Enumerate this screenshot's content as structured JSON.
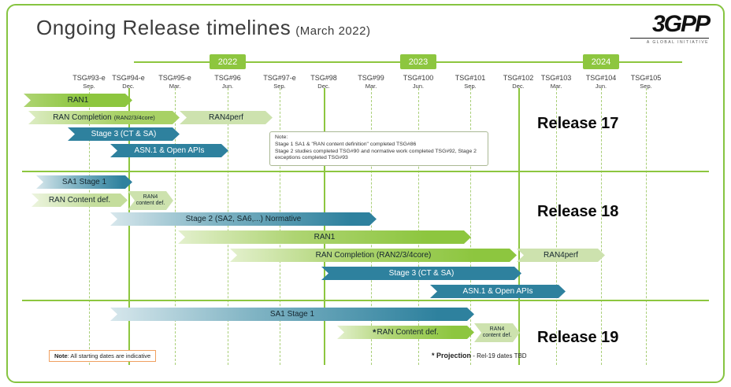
{
  "header": {
    "title": "Ongoing Release timelines",
    "subtitle": "(March 2022)"
  },
  "logo": {
    "text": "3GPP",
    "tagline": "A GLOBAL INITIATIVE"
  },
  "chart_data": {
    "type": "bar",
    "subtype": "gantt-release-timeline",
    "title": "Ongoing Release timelines (March 2022)",
    "years": [
      "2022",
      "2023",
      "2024"
    ],
    "meetings": [
      {
        "name": "TSG#93-e",
        "month": "Sep."
      },
      {
        "name": "TSG#94-e",
        "month": "Dec."
      },
      {
        "name": "TSG#95-e",
        "month": "Mar."
      },
      {
        "name": "TSG#96",
        "month": "Jun."
      },
      {
        "name": "TSG#97-e",
        "month": "Sep."
      },
      {
        "name": "TSG#98",
        "month": "Dec."
      },
      {
        "name": "TSG#99",
        "month": "Mar."
      },
      {
        "name": "TSG#100",
        "month": "Jun."
      },
      {
        "name": "TSG#101",
        "month": "Sep."
      },
      {
        "name": "TSG#102",
        "month": "Dec."
      },
      {
        "name": "TSG#103",
        "month": "Mar."
      },
      {
        "name": "TSG#104",
        "month": "Jun."
      },
      {
        "name": "TSG#105",
        "month": "Sep."
      }
    ],
    "series": [
      {
        "release": "Release 17",
        "bars": [
          {
            "label": "RAN1",
            "start": "before TSG#93-e",
            "end": "TSG#94-e",
            "color": "green"
          },
          {
            "label": "RAN Completion",
            "sublabel": "(RAN2/3/4core)",
            "start": "before TSG#93-e",
            "end": "TSG#95-e",
            "color": "green-mid"
          },
          {
            "label": "RAN4perf",
            "start": "TSG#95-e",
            "end": "TSG#97-e",
            "color": "pale-green"
          },
          {
            "label": "Stage 3 (CT & SA)",
            "start": "before TSG#93-e",
            "end": "TSG#95-e",
            "color": "teal"
          },
          {
            "label": "ASN.1 & Open APIs",
            "start": "before TSG#93-e",
            "end": "TSG#96",
            "color": "teal"
          }
        ]
      },
      {
        "release": "Release 18",
        "bars": [
          {
            "label": "SA1 Stage 1",
            "start": "before TSG#93-e",
            "end": "TSG#94-e",
            "color": "teal-gradient"
          },
          {
            "label": "RAN Content def.",
            "start": "before TSG#93-e",
            "end": "TSG#94-e",
            "color": "pale-green"
          },
          {
            "label": "RAN4",
            "label2": "content def.",
            "start": "TSG#94-e",
            "end": "TSG#95-e",
            "color": "pale-green"
          },
          {
            "label": "Stage 2 (SA2, SA6,...) Normative",
            "start": "TSG#94-e",
            "end": "TSG#99",
            "color": "teal-gradient"
          },
          {
            "label": "RAN1",
            "start": "TSG#95-e",
            "end": "TSG#101",
            "color": "green-gradient"
          },
          {
            "label": "RAN Completion (RAN2/3/4core)",
            "start": "TSG#96",
            "end": "TSG#102",
            "color": "green-gradient"
          },
          {
            "label": "RAN4perf",
            "start": "TSG#102",
            "end": "TSG#104",
            "color": "pale-green"
          },
          {
            "label": "Stage 3 (CT & SA)",
            "start": "TSG#98",
            "end": "TSG#102",
            "color": "teal"
          },
          {
            "label": "ASN.1 & Open APIs",
            "start": "TSG#100",
            "end": "TSG#103",
            "color": "teal"
          }
        ]
      },
      {
        "release": "Release 19",
        "bars": [
          {
            "label": "SA1 Stage 1",
            "start": "TSG#94-e",
            "end": "TSG#101",
            "color": "teal-gradient"
          },
          {
            "star": "*",
            "label": "RAN Content def.",
            "start": "TSG#98",
            "end": "TSG#101",
            "color": "green-gradient"
          },
          {
            "label": "RAN4",
            "label2": "content def.",
            "start": "TSG#101",
            "end": "TSG#102",
            "color": "pale-green"
          }
        ]
      }
    ]
  },
  "notes": {
    "release17_note": {
      "title": "Note:",
      "line1": "Stage 1 SA1 & \"RAN content definition\" completed TSG#86",
      "line2": "Stage 2 studies completed TSG#90 and normative work completed TSG#92, Stage 2 exceptions completed TSG#93"
    },
    "footer_note_bold": "Note",
    "footer_note_text": ": All starting dates are indicative",
    "projection_bold": "* Projection",
    "projection_text": " - Rel-19 dates TBD"
  },
  "colors": {
    "green": "#8dc63f",
    "pale_green": "#cde2ae",
    "teal": "#2e819e",
    "grid_green": "#8dc63f"
  }
}
